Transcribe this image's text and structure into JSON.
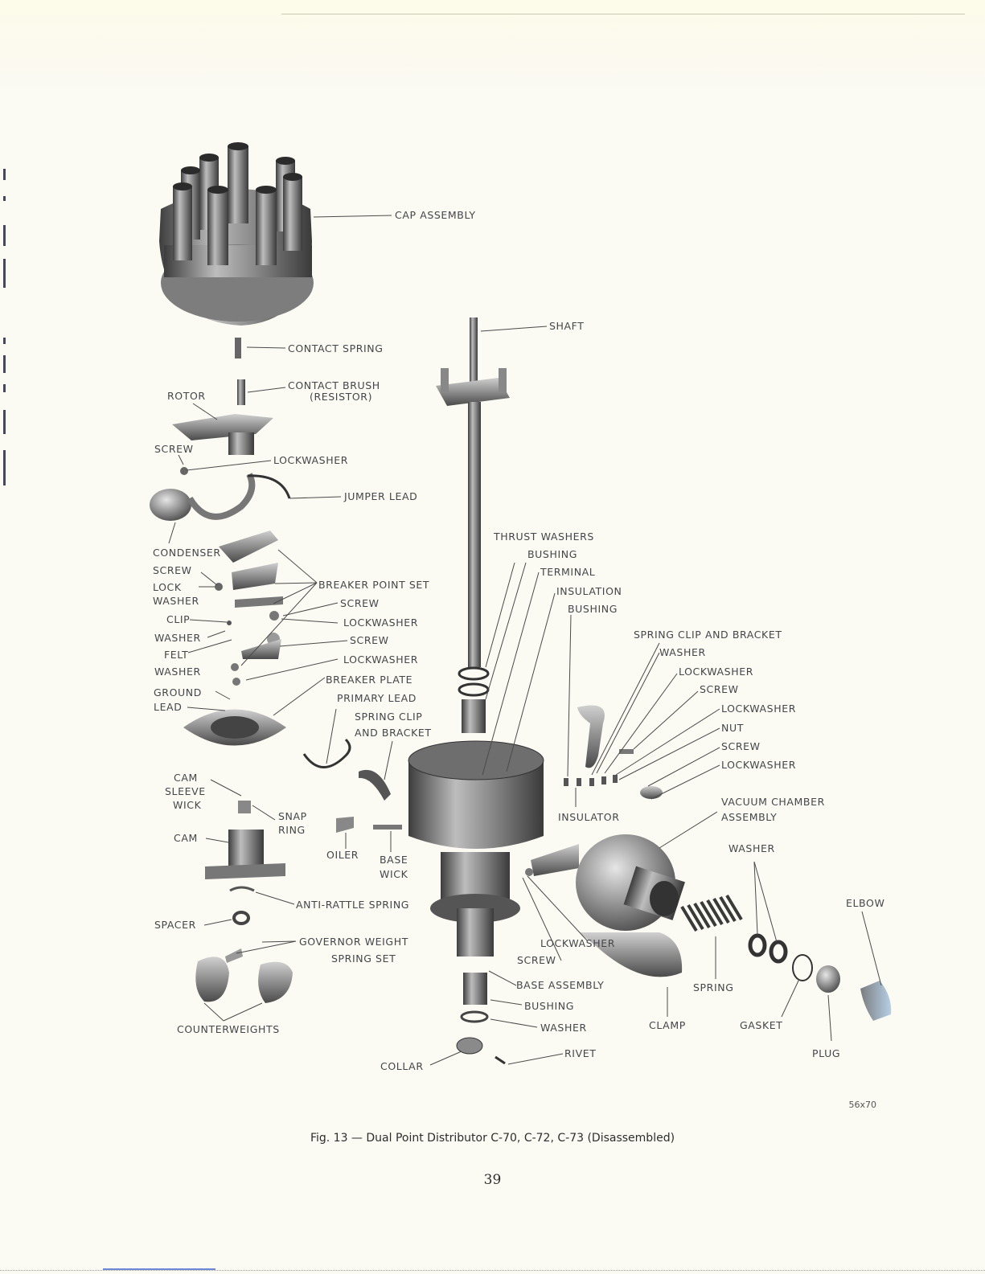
{
  "figure": {
    "caption": "Fig. 13 — Dual Point Distributor C-70, C-72, C-73 (Disassembled)",
    "code": "56x70",
    "page_number": "39"
  },
  "labels": {
    "cap_assembly": "CAP ASSEMBLY",
    "shaft": "SHAFT",
    "contact_spring": "CONTACT SPRING",
    "contact_brush": "CONTACT BRUSH",
    "resistor": "(RESISTOR)",
    "rotor": "ROTOR",
    "screw_rotor": "SCREW",
    "lockwasher_rotor": "LOCKWASHER",
    "jumper_lead": "JUMPER LEAD",
    "condenser": "CONDENSER",
    "screw_left": "SCREW",
    "lock": "LOCK",
    "washer_lock": "WASHER",
    "breaker_point_set": "BREAKER POINT SET",
    "screw_bp1": "SCREW",
    "clip": "CLIP",
    "lockwasher_bp1": "LOCKWASHER",
    "washer_left": "WASHER",
    "screw_bp2": "SCREW",
    "felt": "FELT",
    "washer_felt": "WASHER",
    "lockwasher_bp2": "LOCKWASHER",
    "breaker_plate": "BREAKER PLATE",
    "ground": "GROUND",
    "lead": "LEAD",
    "primary_lead": "PRIMARY LEAD",
    "spring_clip": "SPRING CLIP",
    "and_bracket": "AND BRACKET",
    "thrust_washers": "THRUST WASHERS",
    "bushing_1": "BUSHING",
    "terminal": "TERMINAL",
    "insulation": "INSULATION",
    "bushing_2": "BUSHING",
    "spring_clip_and_bracket": "SPRING CLIP AND BRACKET",
    "washer_r": "WASHER",
    "lockwasher_r1": "LOCKWASHER",
    "screw_r1": "SCREW",
    "lockwasher_r2": "LOCKWASHER",
    "nut": "NUT",
    "screw_r2": "SCREW",
    "lockwasher_r3": "LOCKWASHER",
    "vacuum_chamber": "VACUUM CHAMBER",
    "vacuum_assembly": "ASSEMBLY",
    "insulator": "INSULATOR",
    "cam": "CAM",
    "sleeve": "SLEEVE",
    "wick_cam": "WICK",
    "snap": "SNAP",
    "ring": "RING",
    "cam_main": "CAM",
    "oiler": "OILER",
    "base": "BASE",
    "wick_base": "WICK",
    "anti_rattle_spring": "ANTI-RATTLE SPRING",
    "washer_vac": "WASHER",
    "elbow": "ELBOW",
    "spacer": "SPACER",
    "governor_weight": "GOVERNOR WEIGHT",
    "spring_set": "SPRING SET",
    "lockwasher_base": "LOCKWASHER",
    "screw_base": "SCREW",
    "base_assembly": "BASE ASSEMBLY",
    "spring_vac": "SPRING",
    "bushing_3": "BUSHING",
    "washer_base": "WASHER",
    "clamp": "CLAMP",
    "gasket": "GASKET",
    "counterweights": "COUNTERWEIGHTS",
    "rivet": "RIVET",
    "plug": "PLUG",
    "collar": "COLLAR"
  }
}
